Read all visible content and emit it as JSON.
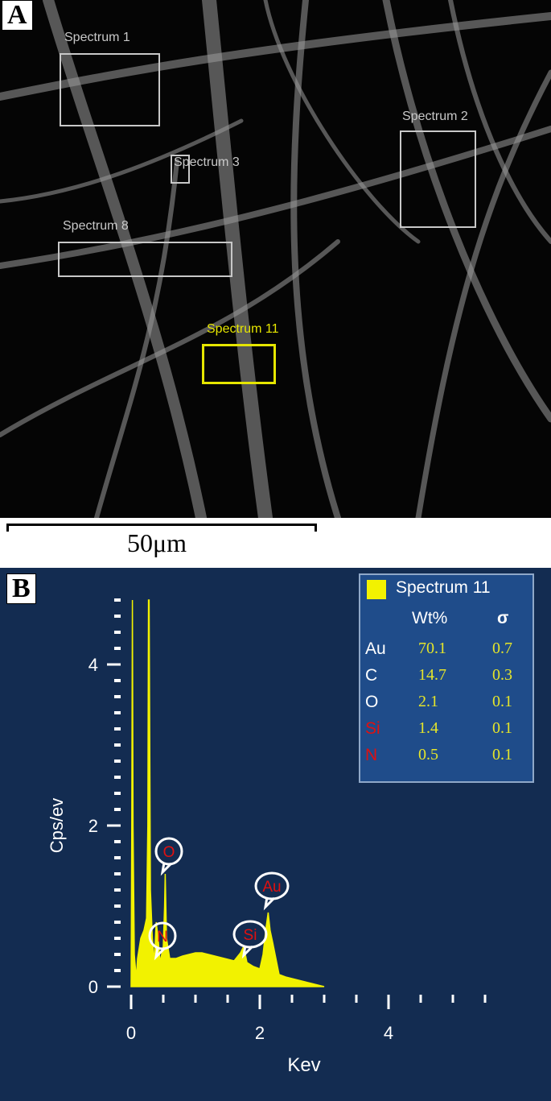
{
  "panel_a": {
    "label": "A",
    "scale_bar": "50μm",
    "regions": [
      {
        "name": "Spectrum 1",
        "color": "#c8c8c8"
      },
      {
        "name": "Spectrum 2",
        "color": "#c8c8c8"
      },
      {
        "name": "Spectrum 3",
        "color": "#c8c8c8"
      },
      {
        "name": "Spectrum 8",
        "color": "#c8c8c8"
      },
      {
        "name": "Spectrum 11",
        "color": "#e6e600"
      }
    ]
  },
  "panel_b": {
    "label": "B"
  },
  "chart_data": {
    "type": "area",
    "xlabel": "Kev",
    "ylabel": "Cps/ev",
    "xlim": [
      0,
      5.5
    ],
    "ylim": [
      0,
      4.8
    ],
    "xticks": [
      "0",
      "2",
      "4"
    ],
    "yticks": [
      "0",
      "2",
      "4"
    ],
    "background": "#132c51",
    "series_color": "#f2f200",
    "x": [
      0,
      0.01,
      0.02,
      0.03,
      0.05,
      0.08,
      0.1,
      0.15,
      0.2,
      0.24,
      0.26,
      0.27,
      0.28,
      0.3,
      0.33,
      0.36,
      0.39,
      0.42,
      0.45,
      0.5,
      0.52,
      0.53,
      0.55,
      0.6,
      0.7,
      0.8,
      0.9,
      1.0,
      1.1,
      1.2,
      1.3,
      1.4,
      1.5,
      1.6,
      1.7,
      1.75,
      1.8,
      1.9,
      2.0,
      2.05,
      2.1,
      2.13,
      2.16,
      2.2,
      2.3,
      2.4,
      2.5,
      2.6,
      2.7,
      2.8,
      2.9,
      3.0
    ],
    "y": [
      0,
      2,
      4.8,
      2,
      0.4,
      0.1,
      0.35,
      0.6,
      0.7,
      0.85,
      2,
      4.8,
      4.8,
      1.2,
      0.6,
      0.3,
      0.8,
      0.6,
      0.3,
      0.5,
      1.0,
      1.4,
      0.6,
      0.35,
      0.35,
      0.38,
      0.4,
      0.42,
      0.42,
      0.4,
      0.38,
      0.36,
      0.34,
      0.32,
      0.42,
      0.5,
      0.3,
      0.25,
      0.22,
      0.4,
      0.75,
      0.92,
      0.7,
      0.55,
      0.15,
      0.12,
      0.1,
      0.08,
      0.06,
      0.04,
      0.02,
      0
    ],
    "annotations": [
      "O",
      "N",
      "Si",
      "Au"
    ],
    "legend": {
      "title": "Spectrum 11",
      "position": "top-right",
      "col_wt": "Wt%",
      "col_sigma": "σ",
      "rows": [
        {
          "element": "Au",
          "wt": "70.1",
          "sigma": "0.7",
          "color": "#ffffff"
        },
        {
          "element": "C",
          "wt": "14.7",
          "sigma": "0.3",
          "color": "#ffffff"
        },
        {
          "element": "O",
          "wt": "2.1",
          "sigma": "0.1",
          "color": "#ffffff"
        },
        {
          "element": "Si",
          "wt": "1.4",
          "sigma": "0.1",
          "color": "#e01010"
        },
        {
          "element": "N",
          "wt": "0.5",
          "sigma": "0.1",
          "color": "#e01010"
        }
      ]
    }
  }
}
